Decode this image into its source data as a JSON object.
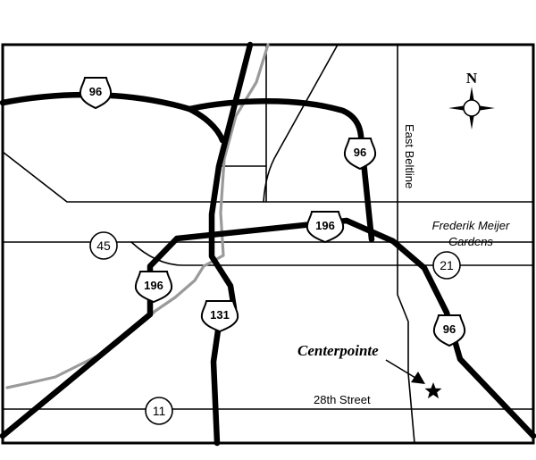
{
  "compass": {
    "north_label": "N"
  },
  "interstates": [
    {
      "number": "96"
    },
    {
      "number": "96"
    },
    {
      "number": "196"
    },
    {
      "number": "196"
    },
    {
      "number": "96"
    },
    {
      "number": "131"
    }
  ],
  "state_routes": [
    {
      "number": "45"
    },
    {
      "number": "21"
    },
    {
      "number": "11"
    }
  ],
  "labels": {
    "east_beltline": "East Beltline",
    "frederik_line1": "Frederik Meijer",
    "frederik_line2": "Gardens",
    "street_28th": "28th Street",
    "destination": "Centerpointe"
  },
  "icons": {
    "destination_marker": "star-icon",
    "pointer": "arrow-icon",
    "compass": "compass-rose-icon"
  }
}
